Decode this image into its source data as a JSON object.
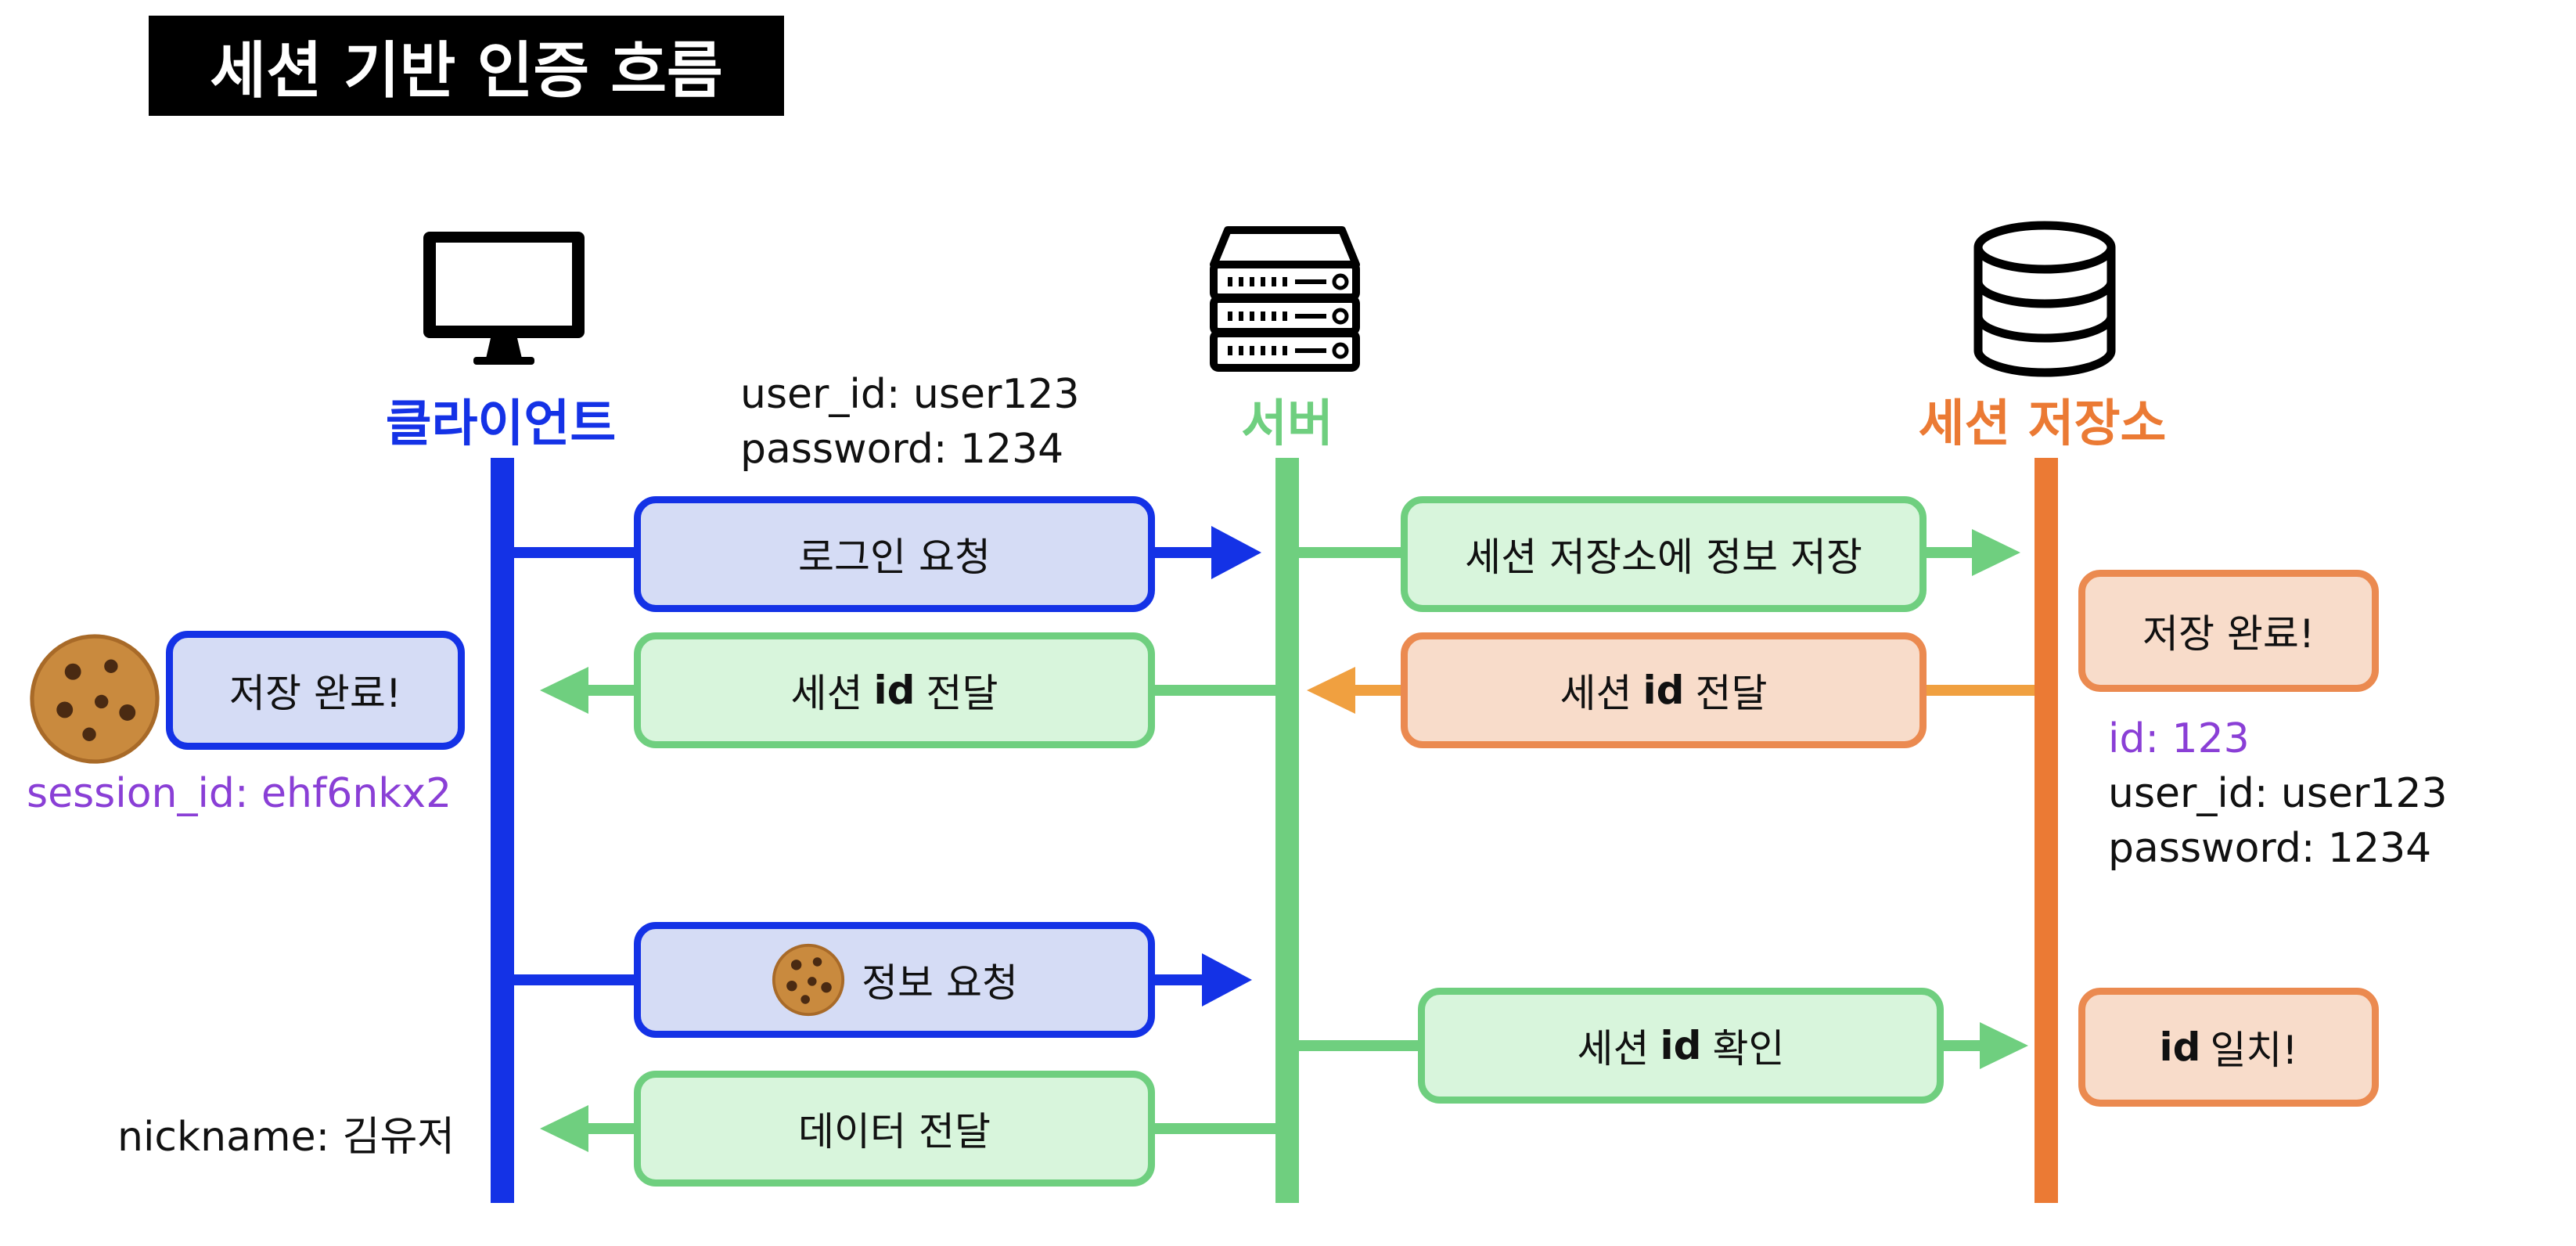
{
  "title": "세션 기반 인증 흐름",
  "actors": {
    "client": "클라이언트",
    "server": "서버",
    "store": "세션 저장소"
  },
  "credentials": {
    "user_id": "user_id: user123",
    "password": "password: 1234"
  },
  "messages": {
    "login_request": "로그인 요청",
    "store_session_info": "세션 저장소에 정보 저장",
    "session_id_deliver_pre": "세션",
    "session_id_deliver_key": "id",
    "session_id_deliver_post": "전달",
    "info_request": "정보 요청",
    "session_id_check_pre": "세션",
    "session_id_check_key": "id",
    "session_id_check_post": "확인",
    "data_deliver": "데이터 전달"
  },
  "notes": {
    "store_saved": "저장 완료!",
    "client_saved": "저장 완료!",
    "id_match_key": "id",
    "id_match_post": "일치!"
  },
  "session_cookie": "session_id: ehf6nkx2",
  "stored_record": {
    "id": "id: 123",
    "user_id": "user_id: user123",
    "password": "password: 1234"
  },
  "result": {
    "nickname": "nickname: 김유저"
  },
  "colors": {
    "client": "#1432e6",
    "server": "#6fcf7f",
    "store": "#eb7a34",
    "store_arrow": "#f0a040",
    "purple": "#8a3fd6"
  },
  "icons": {
    "client": "monitor-icon",
    "server": "server-rack-icon",
    "store": "database-icon",
    "cookie": "cookie-icon"
  }
}
